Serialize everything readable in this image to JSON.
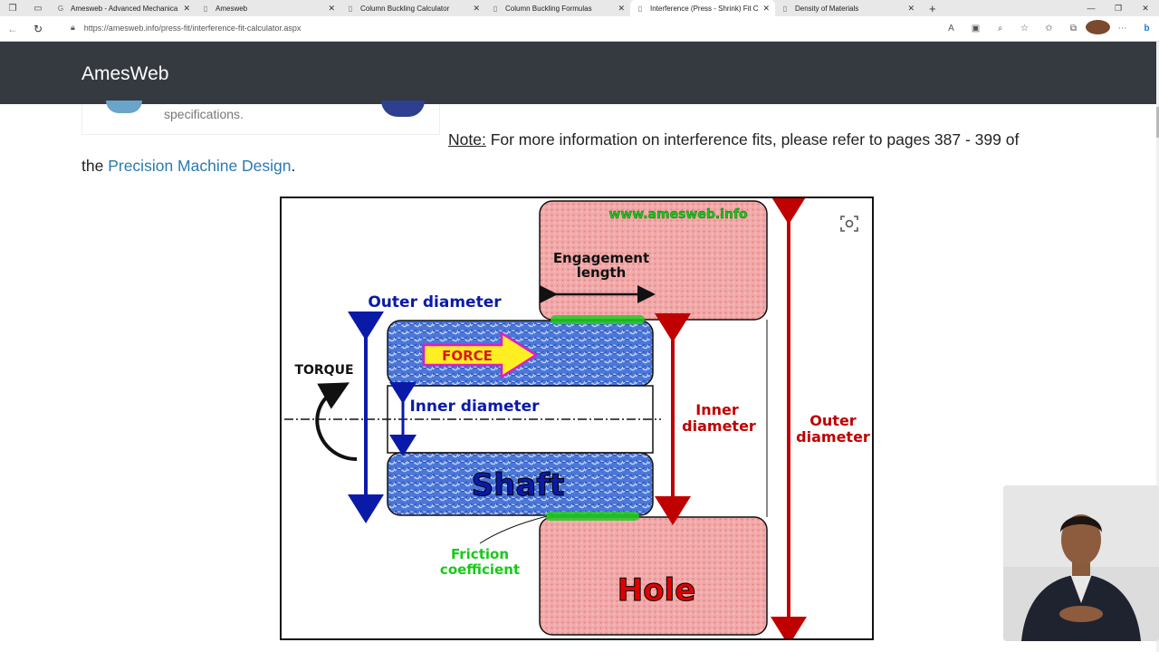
{
  "browser": {
    "tabs": [
      {
        "title": "Amesweb - Advanced Mechanica",
        "icon": "google-icon"
      },
      {
        "title": "Amesweb",
        "icon": "page-icon"
      },
      {
        "title": "Column Buckling Calculator",
        "icon": "page-icon"
      },
      {
        "title": "Column Buckling Formulas",
        "icon": "page-icon"
      },
      {
        "title": "Interference (Press - Shrink) Fit C",
        "icon": "page-icon"
      },
      {
        "title": "Density of Materials",
        "icon": "page-icon"
      }
    ],
    "active_tab": 4,
    "url": "https://amesweb.info/press-fit/interference-fit-calculator.aspx"
  },
  "site": {
    "brand": "AmesWeb",
    "card_text": "specifications.",
    "note_label": "Note:",
    "note_text": " For more information on interference fits, please refer to pages 387 - 399 of",
    "note_line2_prefix": "the ",
    "note_link": "Precision Machine Design",
    "note_line2_suffix": "."
  },
  "figure": {
    "watermark": "www.amesweb.info",
    "engagement_length": [
      "Engagement",
      "length"
    ],
    "outer_diameter_shaft": "Outer diameter",
    "torque": "TORQUE",
    "force": "FORCE",
    "inner_diameter_shaft": "Inner diameter",
    "shaft": "Shaft",
    "friction": [
      "Friction",
      "coefficient"
    ],
    "hole": "Hole",
    "inner_diameter_hole": [
      "Inner",
      "diameter"
    ],
    "outer_diameter_hole": [
      "Outer",
      "diameter"
    ]
  },
  "colors": {
    "header_bg": "#343a40",
    "link": "#2a7ab0",
    "shaft_blue": "#3f6fd1",
    "hole_pink": "#f0a6a6",
    "arrow_red": "#c00000",
    "arrow_blue": "#0a1aa8",
    "friction_green": "#22cc22"
  }
}
